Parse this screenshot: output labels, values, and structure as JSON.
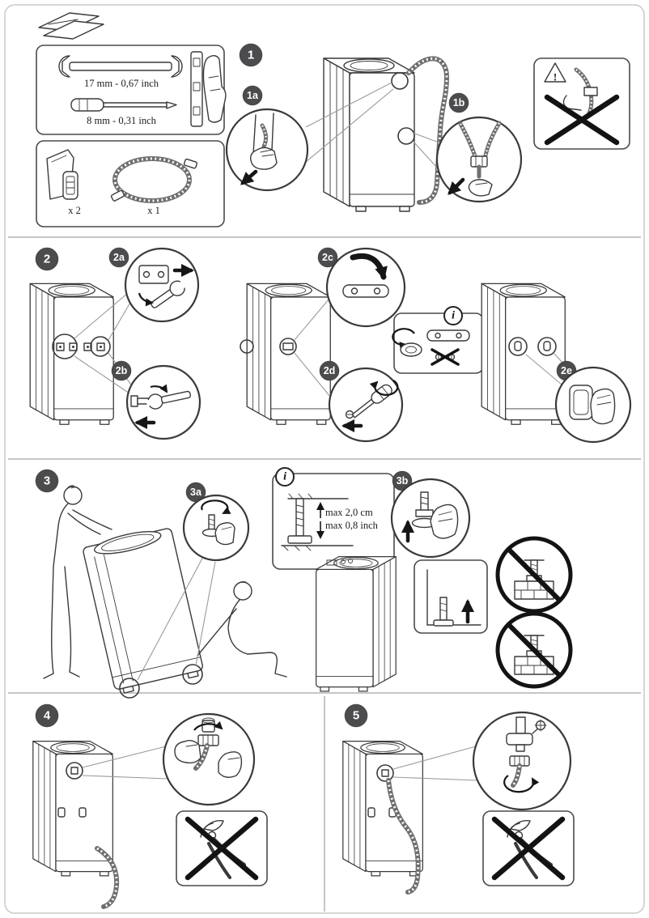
{
  "colors": {
    "badge_bg": "#4c4c4e",
    "badge_text": "#ffffff",
    "line": "#3a3a3a",
    "divider": "#b3b3b3",
    "paper": "#ffffff",
    "border": "#c9c9c9"
  },
  "toolbox": {
    "wrench_size": "17 mm - 0,67 inch",
    "screwdriver_size": "8 mm - 0,31 inch"
  },
  "accessories": {
    "caps_qty": "x 2",
    "hose_qty": "x 1"
  },
  "leveling": {
    "max_metric": "max 2,0 cm",
    "max_imperial": "max 0,8 inch"
  },
  "symbols": {
    "info": "i",
    "warning": "!"
  },
  "badges": {
    "b1": "1",
    "b1a": "1a",
    "b1b": "1b",
    "b2": "2",
    "b2a": "2a",
    "b2b": "2b",
    "b2c": "2c",
    "b2d": "2d",
    "b2e": "2e",
    "b3": "3",
    "b3a": "3a",
    "b3b": "3b",
    "b4": "4",
    "b5": "5"
  }
}
